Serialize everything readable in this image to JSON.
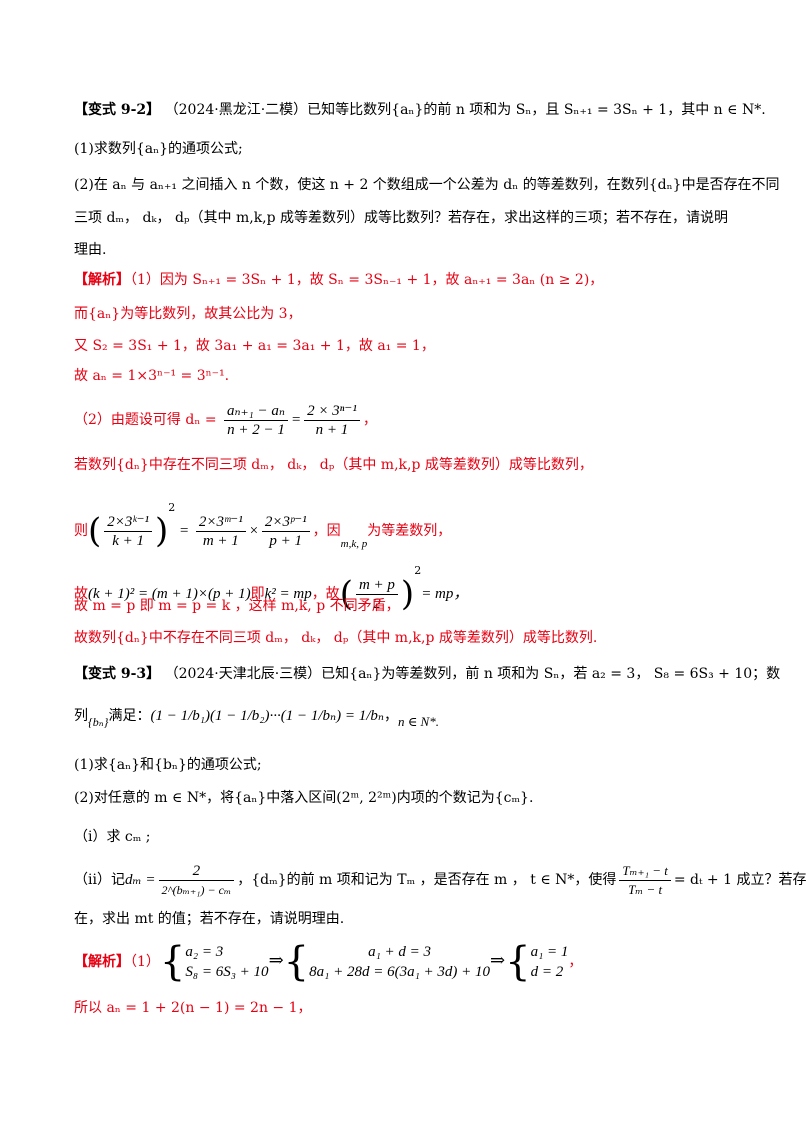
{
  "problem_9_2": {
    "tag": "【变式 9-2】",
    "source": "（2024·黑龙江·二模）",
    "stem": "已知等比数列{aₙ}的前 n 项和为 Sₙ，且 Sₙ₊₁ = 3Sₙ + 1，其中 n ∈ N*.",
    "q1": "(1)求数列{aₙ}的通项公式;",
    "q2_l1": "(2)在 aₙ 与 aₙ₊₁ 之间插入 n 个数，使这 n + 2 个数组成一个公差为 dₙ 的等差数列，在数列{dₙ}中是否存在不同",
    "q2_l2": "三项 dₘ， dₖ， dₚ（其中 m,k,p 成等差数列）成等比数列？若存在，求出这样的三项；若不存在，请说明",
    "q2_l3": "理由."
  },
  "solution_9_2": {
    "label": "【解析】",
    "l1": "（1）因为 Sₙ₊₁ = 3Sₙ + 1，故 Sₙ = 3Sₙ₋₁ + 1，故 aₙ₊₁ = 3aₙ (n ≥ 2)，",
    "l2": "而{aₙ}为等比数列，故其公比为 3，",
    "l3": "又 S₂ = 3S₁ + 1，故 3a₁ + a₁ = 3a₁ + 1，故 a₁ = 1，",
    "l4": "故 aₙ = 1×3ⁿ⁻¹ = 3ⁿ⁻¹.",
    "l5_a": "（2）由题设可得 dₙ =",
    "l5_f1_num": "aₙ₊₁ − aₙ",
    "l5_f1_den": "n + 2 − 1",
    "l5_f2_num": "2 × 3ⁿ⁻¹",
    "l5_f2_den": "n + 1",
    "l6": "若数列{dₙ}中存在不同三项 dₘ， dₖ， dₚ（其中 m,k,p 成等差数列）成等比数列，",
    "l7_a": "则",
    "l7_f1_num": "2×3ᵏ⁻¹",
    "l7_f1_den": "k + 1",
    "l7_f2_num": "2×3ᵐ⁻¹",
    "l7_f2_den": "m + 1",
    "l7_f3_num": "2×3ᵖ⁻¹",
    "l7_f3_den": "p + 1",
    "l7_b": "，因",
    "l7_c": "m,k, p",
    "l7_d": "为等差数列，",
    "l8_a": "故",
    "l8_b": "(k + 1)² = (m + 1)×(p + 1)",
    "l8_c": "即",
    "l8_d": "k² = mp",
    "l8_e": "，故",
    "l8_f_num": "m + p",
    "l8_f_den": "2",
    "l8_g": "= mp，",
    "l9": "故 m = p 即 m = p = k ，这样 m,k, p 不同矛盾，",
    "l10": "故数列{dₙ}中不存在不同三项 dₘ， dₖ， dₚ（其中 m,k,p 成等差数列）成等比数列."
  },
  "problem_9_3": {
    "tag": "【变式 9-3】",
    "source": "（2024·天津北辰·三模）",
    "stem": "已知{aₙ}为等差数列，前 n 项和为 Sₙ，若 a₂ = 3， S₈ = 6S₃ + 10；数",
    "l2_a": "列",
    "l2_b": "{bₙ}",
    "l2_c": "满足：",
    "l2_formula": "(1 − 1/b₁)(1 − 1/b₂)···(1 − 1/bₙ) = 1/bₙ",
    "l2_d": "，",
    "l2_e": "n ∈ N*.",
    "q1": "(1)求{aₙ}和{bₙ}的通项公式;",
    "q2": "(2)对任意的 m ∈ N*，将{aₙ}中落入区间(2ᵐ, 2²ᵐ)内项的个数记为{cₘ}.",
    "qi": "（i）求 cₘ ;",
    "qii_a": "（ii）记",
    "qii_formula_lhs": "dₘ =",
    "qii_num": "2",
    "qii_den": "2^(bₘ₊₁) − cₘ",
    "qii_b": "，{dₘ}的前 m 项和记为 Tₘ ，是否存在 m ， t ∈ N*，使得",
    "qii_f_num": "Tₘ₊₁ − t",
    "qii_f_den": "Tₘ − t",
    "qii_c": "= dₜ + 1 成立？若存",
    "qii_l2": "在，求出 mt 的值；若不存在，请说明理由."
  },
  "solution_9_3": {
    "label": "【解析】",
    "part": "（1）",
    "sys1_a": "a₂ = 3",
    "sys1_b": "S₈ = 6S₃ + 10",
    "arrow": "⇒",
    "sys2_a": "a₁ + d = 3",
    "sys2_b": "8a₁ + 28d = 6(3a₁ + 3d) + 10",
    "sys3_a": "a₁ = 1",
    "sys3_b": "d = 2",
    "end": "，",
    "l2": "所以 aₙ = 1 + 2(n − 1) = 2n − 1，"
  }
}
